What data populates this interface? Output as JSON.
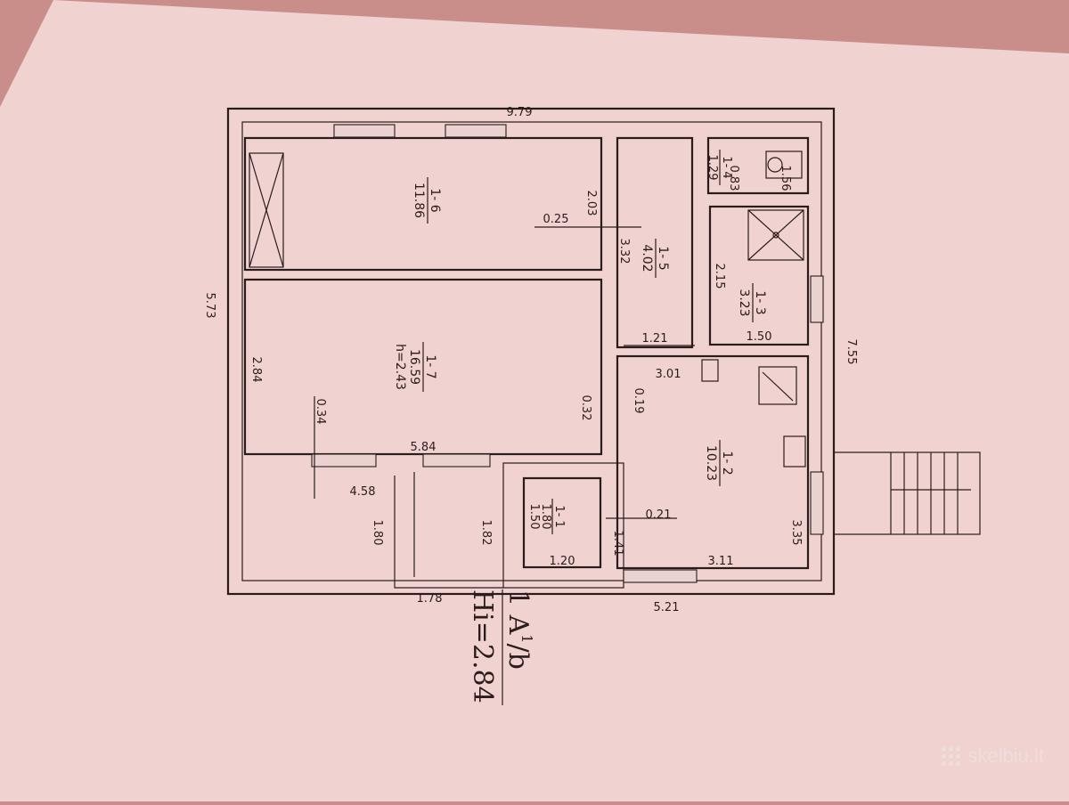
{
  "rooms": {
    "r1_1": {
      "id": "1- 1",
      "area": "1.80",
      "w": "1.50"
    },
    "r1_2": {
      "id": "1- 2",
      "area": "10.23"
    },
    "r1_3": {
      "id": "1- 3",
      "area": "3.23"
    },
    "r1_4": {
      "id": "1- 4",
      "area": "1.29"
    },
    "r1_5": {
      "id": "1- 5",
      "area": "4.02"
    },
    "r1_6": {
      "id": "1- 6",
      "area": "11.86"
    },
    "r1_7": {
      "id": "1- 7",
      "area": "16.59",
      "h": "h=2.43"
    }
  },
  "dims": {
    "d979": "9.79",
    "d573": "5.73",
    "d755": "7.55",
    "d521": "5.21",
    "d203": "2.03",
    "d025": "0.25",
    "d332": "3.32",
    "d215": "2.15",
    "d121": "1.21",
    "d150": "1.50",
    "d301": "3.01",
    "d019": "0.19",
    "d284": "2.84",
    "d034": "0.34",
    "d032": "0.32",
    "d584": "5.84",
    "d458": "4.58",
    "d180": "1.80",
    "d182": "1.82",
    "d178": "1.78",
    "d120": "1.20",
    "d141": "1.41",
    "d021": "0.21",
    "d311": "3.11",
    "d335": "3.35",
    "d156": "1.56",
    "d083": "0.83"
  },
  "stamp": {
    "line1": "1 A",
    "sup": "1",
    "suffix": "/b",
    "line2": "Hi=2.84"
  },
  "watermark": {
    "text": "skelbiu.lt"
  }
}
